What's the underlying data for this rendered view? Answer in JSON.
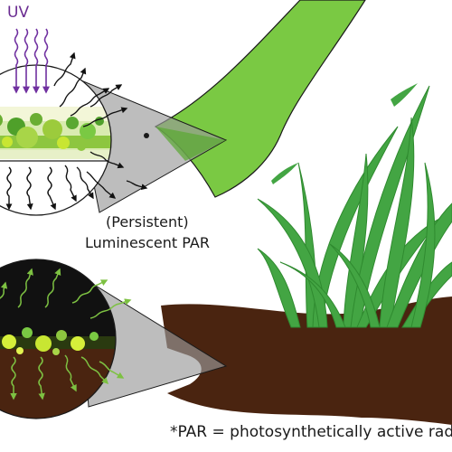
{
  "labels": {
    "uv": "UV",
    "persistent": "(Persistent)",
    "luminescent_par": "Luminescent PAR",
    "footnote": "*PAR = photosynthetically active radia"
  },
  "colors": {
    "uv_arrow": "#7030a0",
    "film_green": "#7ac943",
    "particle_green": "#8dc63f",
    "particle_bright": "#c8e632",
    "soil": "#4a2410",
    "plant": "#43a543",
    "plant_dark": "#2f8a2f",
    "magnifier_grey": "#8c8c8c",
    "wave_green": "#7dc142"
  }
}
